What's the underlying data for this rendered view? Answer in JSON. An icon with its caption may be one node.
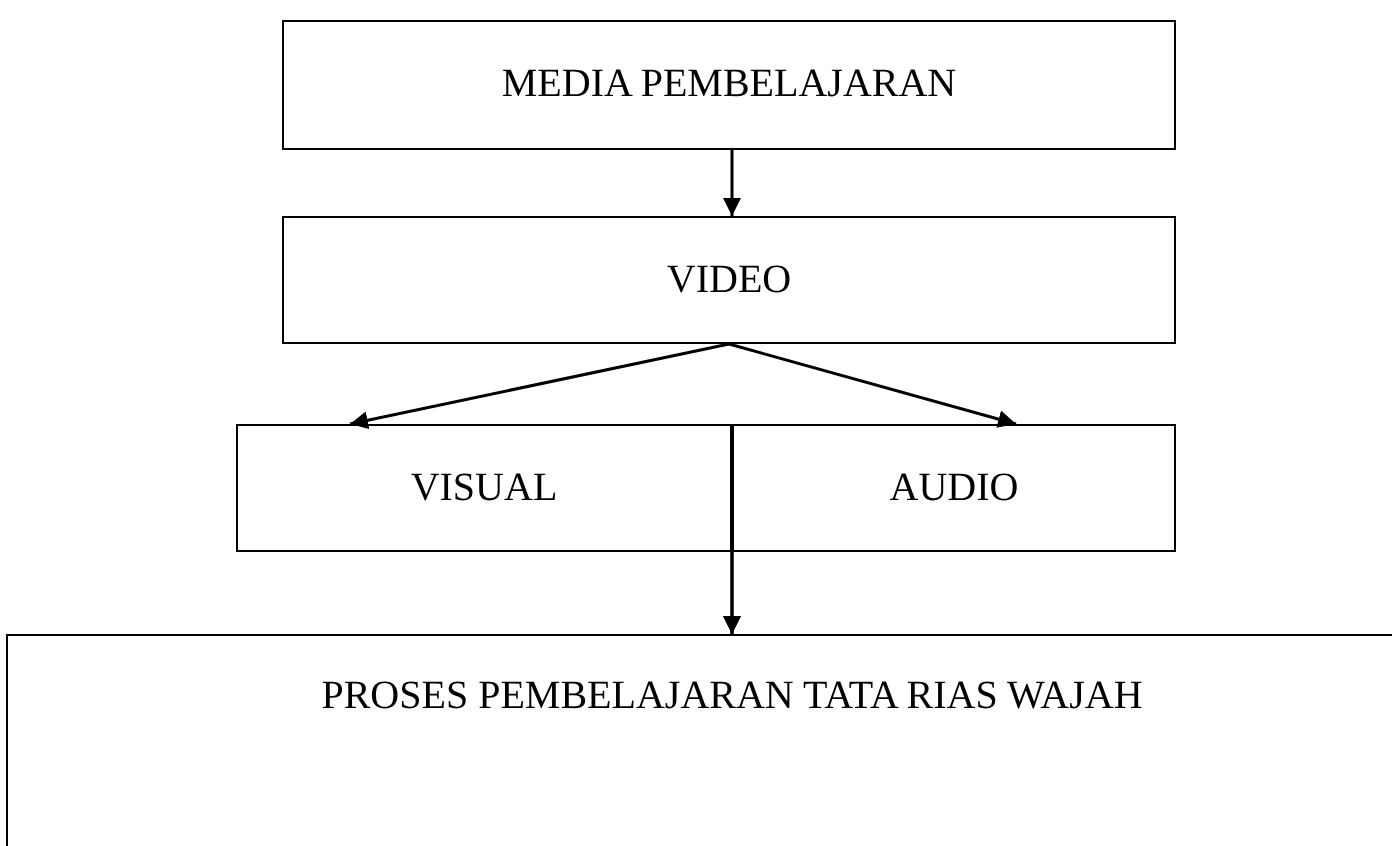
{
  "diagram": {
    "nodes": [
      {
        "text": [
          "MEDIA PEMBELAJARAN"
        ]
      },
      {
        "text": [
          "VIDEO"
        ]
      },
      {
        "text": [
          "VISUAL"
        ]
      },
      {
        "text": [
          "AUDIO"
        ]
      },
      {
        "text": [
          "PROSES PEMBELAJARAN TATA RIAS WAJAH"
        ]
      }
    ],
    "edges": [
      {
        "from": 0,
        "to": 1,
        "arrow": "to"
      },
      {
        "from": 1,
        "to": 2,
        "arrow": "to"
      },
      {
        "from": 1,
        "to": 3,
        "arrow": "to"
      },
      {
        "from": 2,
        "to": 4,
        "arrow": "to"
      },
      {
        "from": 3,
        "to": 4,
        "arrow": "to"
      }
    ]
  }
}
